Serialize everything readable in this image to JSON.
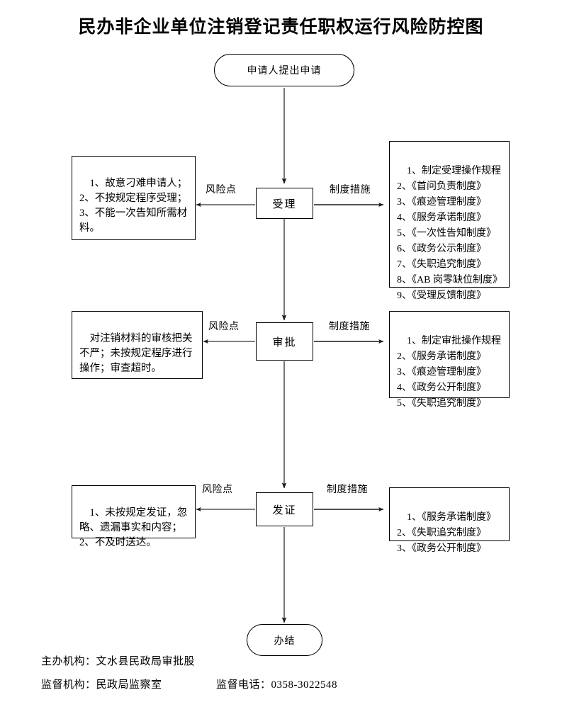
{
  "page": {
    "title": "民办非企业单位注销登记责任职权运行风险防控图",
    "background_color": "#ffffff",
    "line_color": "#000000"
  },
  "flow": {
    "start_node": "申请人提出申请",
    "end_node": "办结",
    "steps": [
      {
        "label": "受理"
      },
      {
        "label": "审批"
      },
      {
        "label": "发证"
      }
    ]
  },
  "connector_labels": {
    "risk": "风险点",
    "measures": "制度措施",
    "row1_risk": "风险点",
    "row1_measures": "制度措施",
    "row2_risk": "风险点",
    "row2_measures": "制度措施",
    "row3_risk": "风险点",
    "row3_measures": "制度措施"
  },
  "risk_panels": [
    {
      "step": "受理",
      "text": "1、故意刁难申请人；\n2、不按规定程序受理；\n3、不能一次告知所需材料。"
    },
    {
      "step": "审批",
      "text": "对注销材料的审核把关不严；未按规定程序进行操作；审查超时。"
    },
    {
      "step": "发证",
      "text": "1、未按规定发证，忽略、遗漏事实和内容；\n2、不及时送达。"
    }
  ],
  "measure_panels": [
    {
      "step": "受理",
      "text": "1、制定受理操作规程\n2、《首问负责制度》\n3、《痕迹管理制度》\n4、《服务承诺制度》\n5、《一次性告知制度》\n6、《政务公示制度》\n7、《失职追究制度》\n8、《AB 岗零缺位制度》\n9、《受理反馈制度》"
    },
    {
      "step": "审批",
      "text": "1、制定审批操作规程\n2、《服务承诺制度》\n3、《痕迹管理制度》\n4、《政务公开制度》\n5、《失职追究制度》"
    },
    {
      "step": "发证",
      "text": "1、《服务承诺制度》\n2、《失职追究制度》\n3、《政务公开制度》"
    }
  ],
  "footer": {
    "host_agency_label_value": "主办机构：文水县民政局审批股",
    "supervisor_agency_label_value": "监督机构：民政局监察室",
    "supervisor_phone_label_value": "监督电话：0358-3022548"
  }
}
